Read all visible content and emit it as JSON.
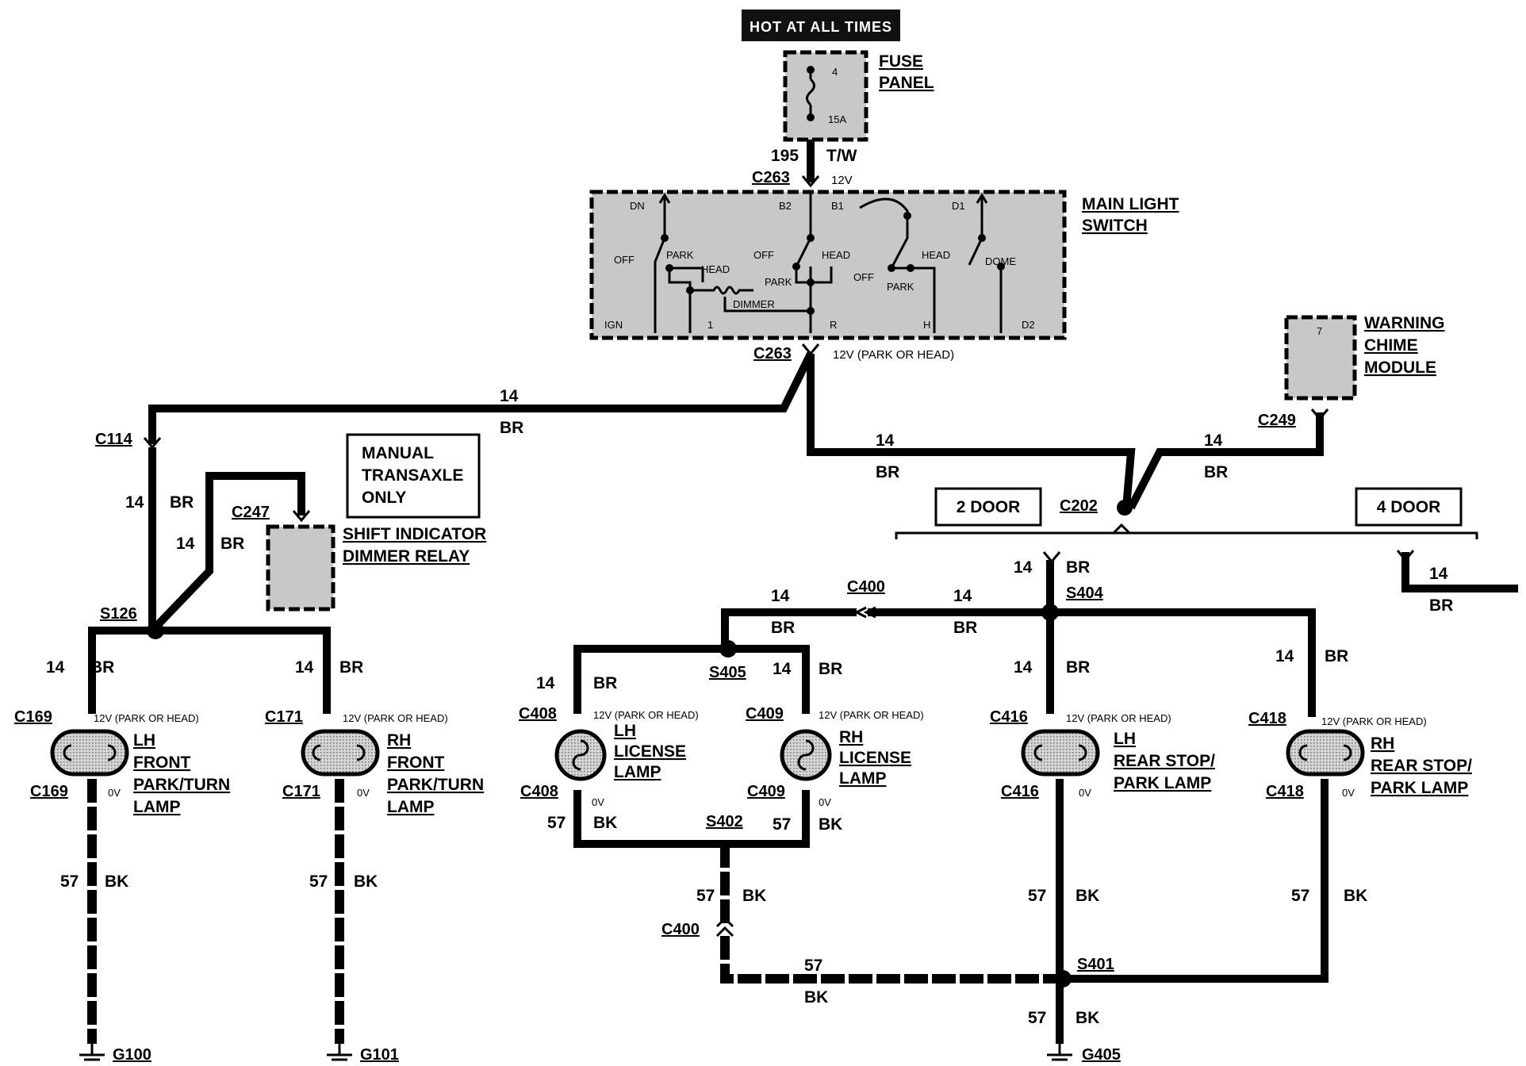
{
  "header": {
    "hot_at_all_times": "HOT AT ALL TIMES"
  },
  "fuse_panel": {
    "label_line1": "FUSE",
    "label_line2": "PANEL",
    "fuse_no": "4",
    "rating": "15A"
  },
  "feed": {
    "gauge": "195",
    "color": "T/W",
    "connector": "C263",
    "voltage": "12V"
  },
  "main_light_switch": {
    "label_line1": "MAIN LIGHT",
    "label_line2": "SWITCH",
    "terminals": {
      "dn": "DN",
      "b2": "B2",
      "b1": "B1",
      "d1": "D1",
      "ign": "IGN",
      "one": "1",
      "r": "R",
      "h": "H",
      "d2": "D2"
    },
    "positions": {
      "off": "OFF",
      "park": "PARK",
      "head": "HEAD",
      "dimmer": "DIMMER",
      "dome": "DOME"
    },
    "out_connector": "C263",
    "out_voltage": "12V (PARK OR HEAD)"
  },
  "warning_chime": {
    "line1": "WARNING",
    "line2": "CHIME",
    "line3": "MODULE",
    "pin": "7",
    "connector": "C249"
  },
  "manual_transaxle": {
    "line1": "MANUAL",
    "line2": "TRANSAXLE",
    "line3": "ONLY"
  },
  "shift_indicator": {
    "line1": "SHIFT INDICATOR",
    "line2": "DIMMER RELAY",
    "connector": "C247"
  },
  "door_options": {
    "two_door": "2 DOOR",
    "four_door": "4 DOOR"
  },
  "wire": {
    "gauge14": "14",
    "br": "BR",
    "gauge57": "57",
    "bk": "BK"
  },
  "connectors": {
    "c114": "C114",
    "c202": "C202",
    "s126": "S126",
    "s404": "S404",
    "c400": "C400",
    "s405": "S405",
    "s402": "S402",
    "s401": "S401",
    "c169": "C169",
    "c171": "C171",
    "c408": "C408",
    "c409": "C409",
    "c416": "C416",
    "c418": "C418"
  },
  "lamp_voltage": "12V (PARK OR HEAD)",
  "zero_volt": "0V",
  "lamps": {
    "lh_front": {
      "l1": "LH",
      "l2": "FRONT",
      "l3": "PARK/TURN",
      "l4": "LAMP"
    },
    "rh_front": {
      "l1": "RH",
      "l2": "FRONT",
      "l3": "PARK/TURN",
      "l4": "LAMP"
    },
    "lh_license": {
      "l1": "LH",
      "l2": "LICENSE",
      "l3": "LAMP"
    },
    "rh_license": {
      "l1": "RH",
      "l2": "LICENSE",
      "l3": "LAMP"
    },
    "lh_rear": {
      "l1": "LH",
      "l2": "REAR STOP/",
      "l3": "PARK LAMP"
    },
    "rh_rear": {
      "l1": "RH",
      "l2": "REAR STOP/",
      "l3": "PARK LAMP"
    }
  },
  "grounds": {
    "g100": "G100",
    "g101": "G101",
    "g405": "G405"
  }
}
